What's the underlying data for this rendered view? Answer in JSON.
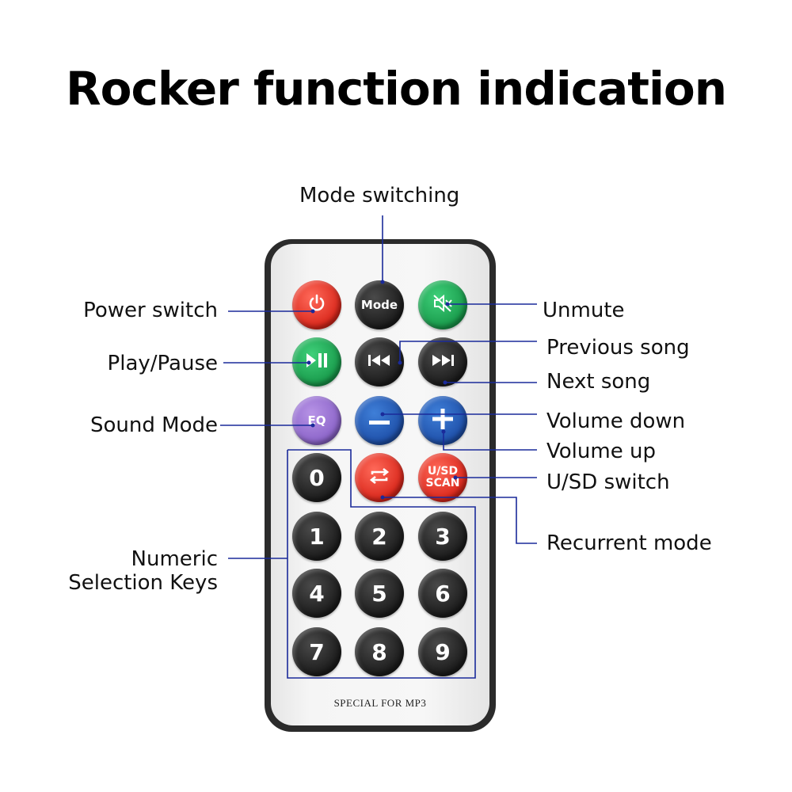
{
  "title": "Rocker function indication",
  "brand_text": "SPECIAL FOR MP3",
  "line_color": "#1a2a9a",
  "labels": {
    "mode_switching": "Mode switching",
    "power_switch": "Power switch",
    "unmute": "Unmute",
    "play_pause": "Play/Pause",
    "previous_song": "Previous song",
    "next_song": "Next song",
    "sound_mode": "Sound Mode",
    "volume_down": "Volume down",
    "volume_up": "Volume up",
    "usd_switch": "U/SD switch",
    "recurrent_mode": "Recurrent mode",
    "numeric_line1": "Numeric",
    "numeric_line2": "Selection Keys"
  },
  "buttons": {
    "mode": "Mode",
    "eq": "EQ",
    "usd_line1": "U/SD",
    "usd_line2": "SCAN",
    "digits": [
      "0",
      "1",
      "2",
      "3",
      "4",
      "5",
      "6",
      "7",
      "8",
      "9"
    ]
  },
  "button_colors": {
    "power": "red",
    "mode": "dark",
    "mute": "green",
    "play_pause": "green",
    "prev": "dark",
    "next": "dark",
    "eq": "purple",
    "vol_down": "blue",
    "vol_up": "blue",
    "repeat": "red",
    "usd": "red",
    "digits": "dark"
  }
}
